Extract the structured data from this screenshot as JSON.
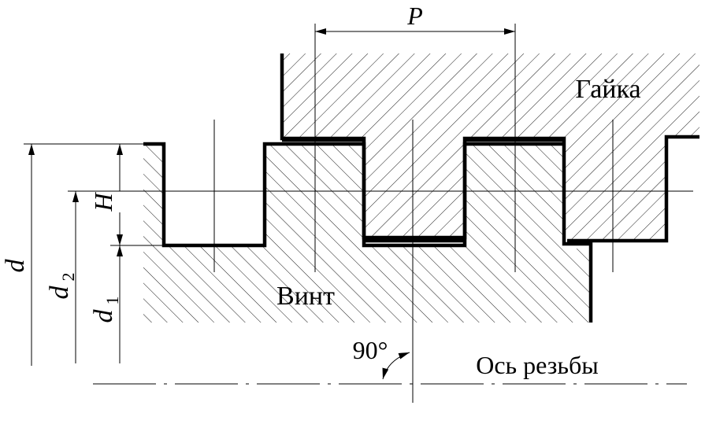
{
  "labels": {
    "pitch": "P",
    "nut": "Гайка",
    "screw": "Винт",
    "thread_height": "H",
    "major_diameter": "d",
    "pitch_diameter": "d",
    "pitch_diameter_sub": "2",
    "minor_diameter": "d",
    "minor_diameter_sub": "1",
    "angle": "90°",
    "thread_axis": "Ось резьбы"
  },
  "colors": {
    "line": "#000000",
    "background": "#ffffff"
  }
}
